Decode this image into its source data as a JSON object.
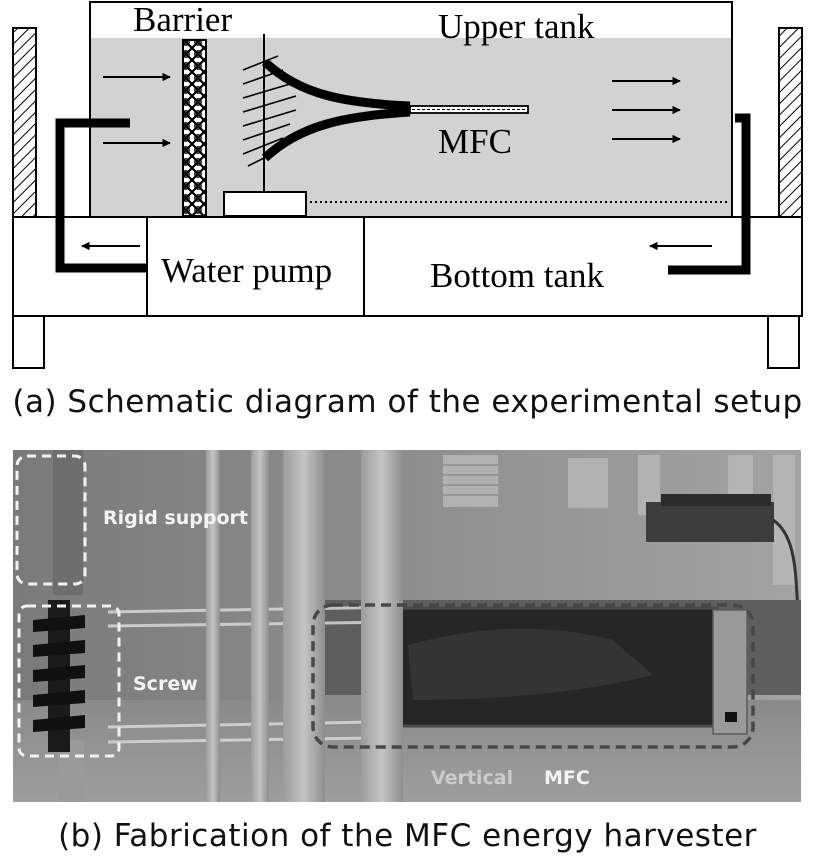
{
  "schematic": {
    "labels": {
      "barrier": "Barrier",
      "upper_tank": "Upper tank",
      "mfc": "MFC",
      "water_pump": "Water pump",
      "bottom_tank": "Bottom tank"
    },
    "caption": "(a) Schematic diagram of the experimental setup",
    "colors": {
      "water": "#d2d2d2",
      "outline": "#000000"
    }
  },
  "photo": {
    "labels": {
      "rigid_support": "Rigid support",
      "screw": "Screw",
      "vertical": "Vertical",
      "mfc": "MFC"
    },
    "caption": "(b) Fabrication of the MFC energy harvester"
  }
}
